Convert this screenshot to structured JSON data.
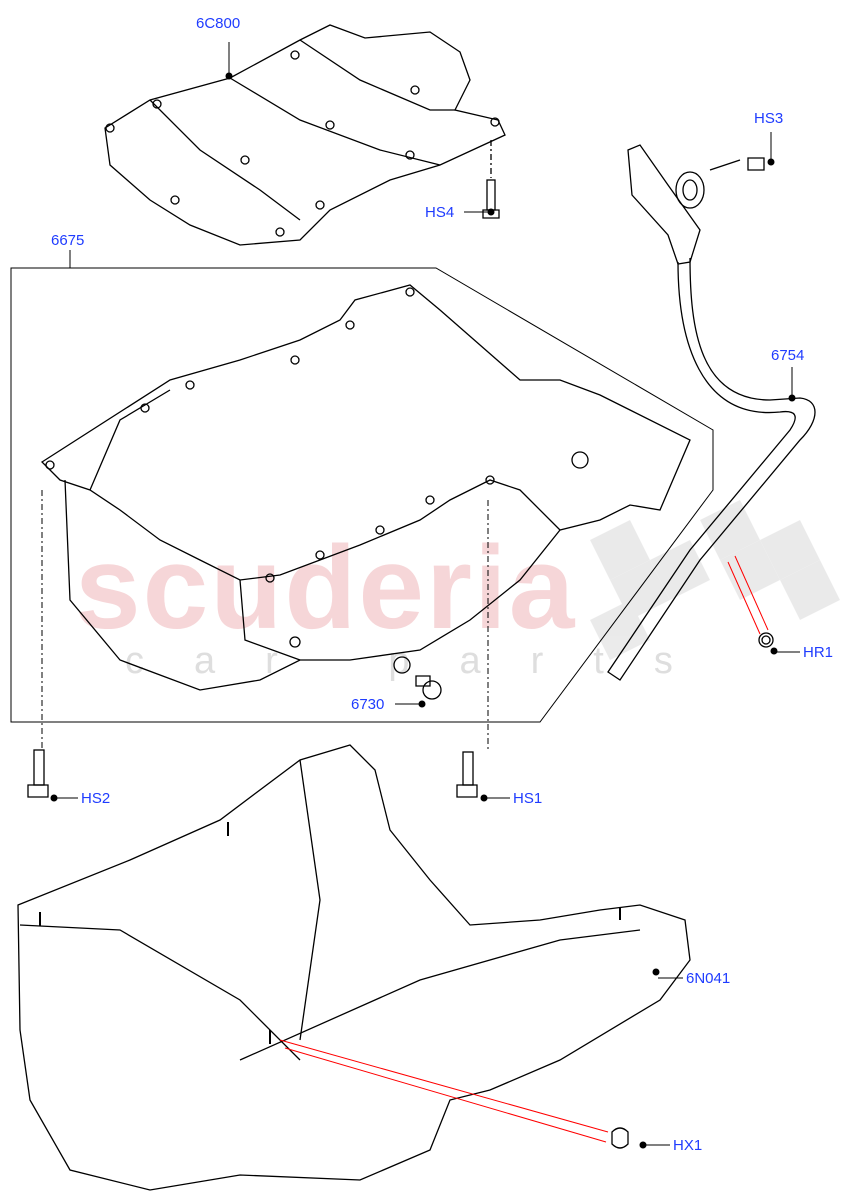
{
  "watermark": {
    "brand": "scuderia",
    "sub": "car parts",
    "brand_color": "#f4c9cc"
  },
  "label_color": "#1f3cff",
  "leader_color": "#ff0000",
  "parts": {
    "p6C800": "6C800",
    "hs3": "HS3",
    "hs4": "HS4",
    "p6675": "6675",
    "p6754": "6754",
    "hr1": "HR1",
    "p6730": "6730",
    "hs2": "HS2",
    "hs1": "HS1",
    "p6N041": "6N041",
    "hx1": "HX1"
  }
}
